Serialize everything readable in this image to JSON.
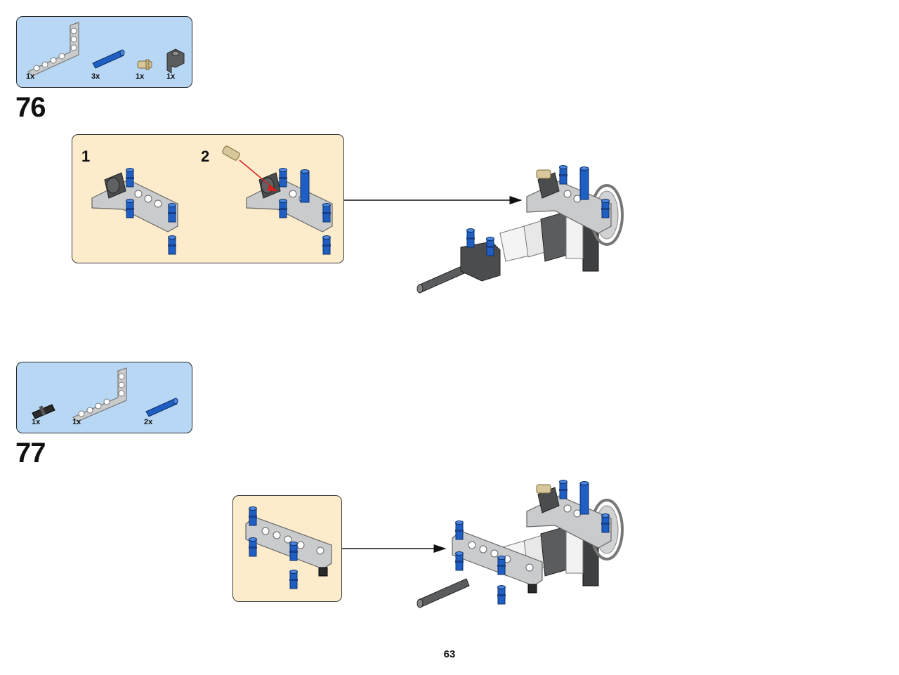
{
  "steps": [
    {
      "number": "76",
      "parts": [
        {
          "qty": "1x",
          "icon": "l-beam-light-gray-icon"
        },
        {
          "qty": "3x",
          "icon": "blue-axle-pin-icon"
        },
        {
          "qty": "1x",
          "icon": "tan-pin-icon"
        },
        {
          "qty": "1x",
          "icon": "dark-gray-connector-icon"
        }
      ],
      "substeps": [
        "1",
        "2"
      ]
    },
    {
      "number": "77",
      "parts": [
        {
          "qty": "1x",
          "icon": "black-pin-icon"
        },
        {
          "qty": "1x",
          "icon": "l-beam-light-gray-icon"
        },
        {
          "qty": "2x",
          "icon": "blue-axle-pin-icon"
        }
      ]
    }
  ],
  "page_number": "63",
  "colors": {
    "parts_box_bg": "#b8d7f5",
    "sub_box_bg": "#fdeccb",
    "brick_blue": "#1f5fc4",
    "beam_gray": "#c9cbcc",
    "dark_gray": "#5a5c5e",
    "tan": "#d8c79a",
    "highlight_red": "#d32020"
  }
}
